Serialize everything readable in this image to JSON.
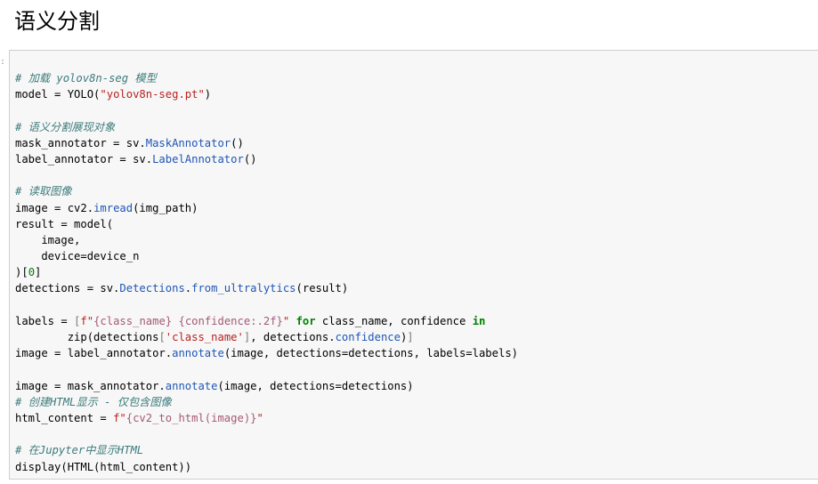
{
  "heading": {
    "title": "语义分割"
  },
  "gutter": {
    "mark": ":"
  },
  "colors": {
    "comment": "#3d7b7b",
    "string": "#ba2121",
    "attribute": "#1f56b5",
    "keyword": "#008000",
    "number": "#008000",
    "background": "#f7f7f7",
    "border": "#cfcfcf"
  },
  "code": {
    "language": "python",
    "lines": [
      [
        {
          "t": "# 加载 yolov8n-seg 模型",
          "c": "comment"
        }
      ],
      [
        {
          "t": "model = YOLO(",
          "c": "plain"
        },
        {
          "t": "\"yolov8n-seg.pt\"",
          "c": "string"
        },
        {
          "t": ")",
          "c": "plain"
        }
      ],
      [],
      [
        {
          "t": "# 语义分割展现对象",
          "c": "comment"
        }
      ],
      [
        {
          "t": "mask_annotator = sv.",
          "c": "plain"
        },
        {
          "t": "MaskAnnotator",
          "c": "attr"
        },
        {
          "t": "()",
          "c": "plain"
        }
      ],
      [
        {
          "t": "label_annotator = sv.",
          "c": "plain"
        },
        {
          "t": "LabelAnnotator",
          "c": "attr"
        },
        {
          "t": "()",
          "c": "plain"
        }
      ],
      [],
      [
        {
          "t": "# 读取图像",
          "c": "comment"
        }
      ],
      [
        {
          "t": "image = cv2.",
          "c": "plain"
        },
        {
          "t": "imread",
          "c": "attr"
        },
        {
          "t": "(img_path)",
          "c": "plain"
        }
      ],
      [
        {
          "t": "result = model(",
          "c": "plain"
        }
      ],
      [
        {
          "t": "    image,",
          "c": "plain"
        }
      ],
      [
        {
          "t": "    device=device_n",
          "c": "plain"
        }
      ],
      [
        {
          "t": ")[",
          "c": "plain"
        },
        {
          "t": "0",
          "c": "number"
        },
        {
          "t": "]",
          "c": "plain"
        }
      ],
      [
        {
          "t": "detections = sv.",
          "c": "plain"
        },
        {
          "t": "Detections",
          "c": "attr"
        },
        {
          "t": ".",
          "c": "plain"
        },
        {
          "t": "from_ultralytics",
          "c": "attr"
        },
        {
          "t": "(result)",
          "c": "plain"
        }
      ],
      [],
      [
        {
          "t": "labels = ",
          "c": "plain"
        },
        {
          "t": "[",
          "c": "bracket"
        },
        {
          "t": "f\"",
          "c": "string"
        },
        {
          "t": "{class_name}",
          "c": "subst"
        },
        {
          "t": " ",
          "c": "string"
        },
        {
          "t": "{confidence:.2f}",
          "c": "subst"
        },
        {
          "t": "\"",
          "c": "string"
        },
        {
          "t": " ",
          "c": "plain"
        },
        {
          "t": "for",
          "c": "keyword"
        },
        {
          "t": " class_name, confidence ",
          "c": "plain"
        },
        {
          "t": "in",
          "c": "keyword"
        }
      ],
      [
        {
          "t": "        zip(detections",
          "c": "plain"
        },
        {
          "t": "[",
          "c": "bracket"
        },
        {
          "t": "'class_name'",
          "c": "string"
        },
        {
          "t": "]",
          "c": "bracket"
        },
        {
          "t": ", detections.",
          "c": "plain"
        },
        {
          "t": "confidence",
          "c": "attr"
        },
        {
          "t": ")",
          "c": "plain"
        },
        {
          "t": "]",
          "c": "bracket"
        }
      ],
      [
        {
          "t": "image = label_annotator.",
          "c": "plain"
        },
        {
          "t": "annotate",
          "c": "attr"
        },
        {
          "t": "(image, detections=detections, labels=labels)",
          "c": "plain"
        }
      ],
      [],
      [
        {
          "t": "image = mask_annotator.",
          "c": "plain"
        },
        {
          "t": "annotate",
          "c": "attr"
        },
        {
          "t": "(image, detections=detections)",
          "c": "plain"
        }
      ],
      [
        {
          "t": "# 创建HTML显示 - 仅包含图像",
          "c": "comment"
        }
      ],
      [
        {
          "t": "html_content = ",
          "c": "plain"
        },
        {
          "t": "f\"",
          "c": "string"
        },
        {
          "t": "{cv2_to_html(image)}",
          "c": "subst"
        },
        {
          "t": "\"",
          "c": "string"
        }
      ],
      [],
      [
        {
          "t": "# 在Jupyter中显示HTML",
          "c": "comment"
        }
      ],
      [
        {
          "t": "display(HTML(html_content))",
          "c": "plain"
        }
      ]
    ]
  }
}
